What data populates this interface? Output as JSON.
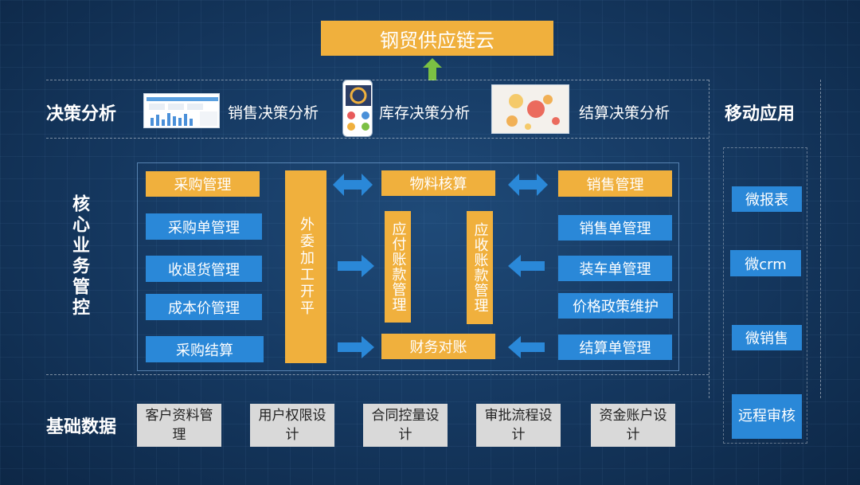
{
  "title": "钢贸供应链云",
  "sections": {
    "decision": "决策分析",
    "core": "核心业务管控",
    "base": "基础数据",
    "mobile": "移动应用"
  },
  "decision_items": [
    {
      "label": "销售决策分析",
      "icon": "bar-chart-thumbnail"
    },
    {
      "label": "库存决策分析",
      "icon": "phone-dashboard-thumbnail"
    },
    {
      "label": "结算决策分析",
      "icon": "heatmap-thumbnail"
    }
  ],
  "purchase": {
    "header": "采购管理",
    "items": [
      "采购单管理",
      "收退货管理",
      "成本价管理",
      "采购结算"
    ]
  },
  "outsourcing": "外委加工开平",
  "material": "物料核算",
  "payable": "应付账款管理",
  "receivable": "应收账款管理",
  "finance": "财务对账",
  "sales": {
    "header": "销售管理",
    "items": [
      "销售单管理",
      "装车单管理",
      "价格政策维护",
      "结算单管理"
    ]
  },
  "mobile_items": [
    "微报表",
    "微crm",
    "微销售",
    "远程审核"
  ],
  "base_items": [
    "客户资料管理",
    "用户权限设计",
    "合同控量设计",
    "审批流程设计",
    "资金账户设计"
  ],
  "colors": {
    "orange": "#f0b03d",
    "blue": "#2a88d8",
    "grey": "#d9d9d9",
    "arrow_green": "#7bc043"
  }
}
